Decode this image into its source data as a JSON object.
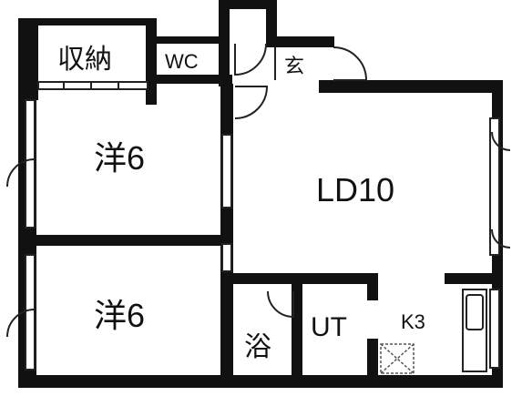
{
  "floor_plan": {
    "colors": {
      "wall": "#111111",
      "background": "#ffffff",
      "line": "#222222",
      "hatch": "#555555"
    },
    "rooms": {
      "storage": "収納",
      "wc": "WC",
      "entrance": "玄",
      "bedroom_upper": "洋6",
      "living_dining": "LD10",
      "bedroom_lower": "洋6",
      "bath": "浴",
      "utility": "UT",
      "kitchen": "K3"
    },
    "icons": {
      "door_swing": "door-swing-icon",
      "window": "window-icon",
      "range_hood": "range-hood-icon",
      "kitchen_sink": "kitchen-sink-icon"
    }
  }
}
